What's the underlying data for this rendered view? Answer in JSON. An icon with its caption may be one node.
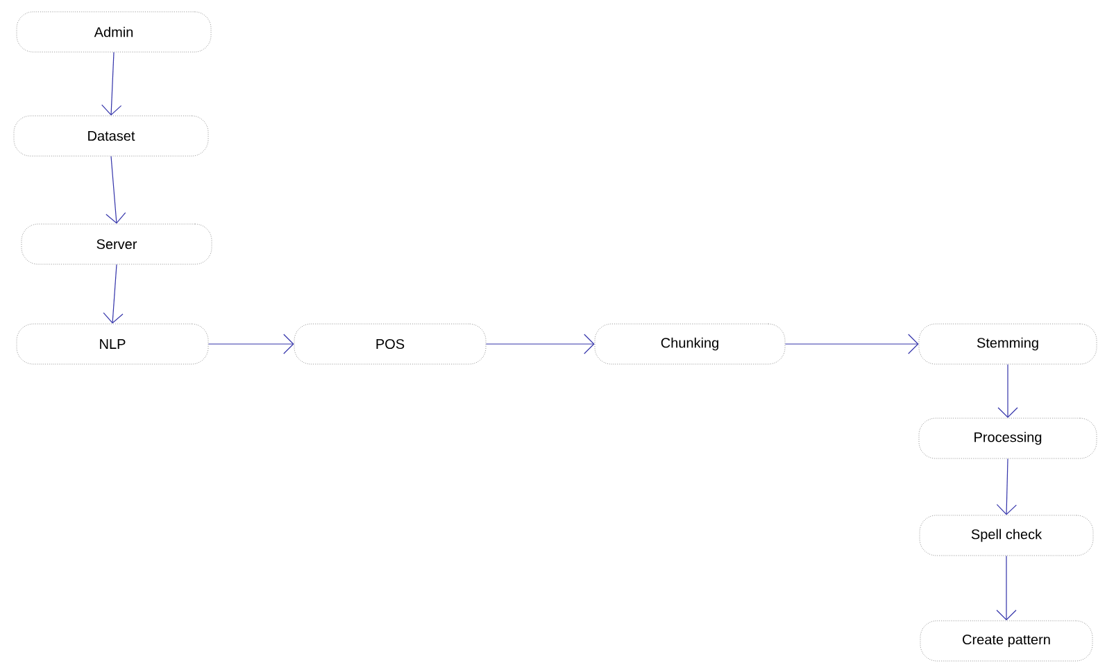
{
  "diagram": {
    "nodes": [
      {
        "text": [
          "Admin"
        ]
      },
      {
        "text": [
          "Dataset"
        ]
      },
      {
        "text": [
          "Server"
        ]
      },
      {
        "text": [
          "NLP"
        ]
      },
      {
        "text": [
          "POS"
        ]
      },
      {
        "text": [
          "Chunking"
        ]
      },
      {
        "text": [
          "Stemming"
        ]
      },
      {
        "text": [
          "Processing"
        ]
      },
      {
        "text": [
          "Spell check"
        ]
      },
      {
        "text": [
          "Create pattern"
        ]
      }
    ],
    "edges": [
      {
        "from": 0,
        "to": 1,
        "arrow": "to"
      },
      {
        "from": 1,
        "to": 2,
        "arrow": "to"
      },
      {
        "from": 2,
        "to": 3,
        "arrow": "to"
      },
      {
        "from": 3,
        "to": 4,
        "arrow": "to"
      },
      {
        "from": 4,
        "to": 5,
        "arrow": "to"
      },
      {
        "from": 5,
        "to": 6,
        "arrow": "to"
      },
      {
        "from": 6,
        "to": 7,
        "arrow": "to"
      },
      {
        "from": 7,
        "to": 8,
        "arrow": "to"
      },
      {
        "from": 8,
        "to": 9,
        "arrow": "to"
      }
    ]
  }
}
